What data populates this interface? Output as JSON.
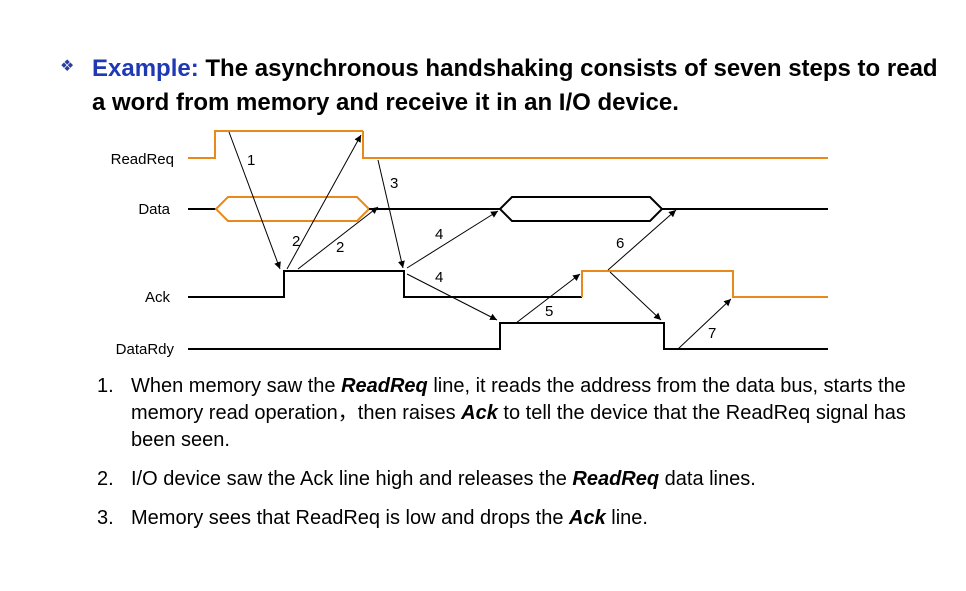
{
  "heading": {
    "bullet": "❖",
    "label": "Example:",
    "text": " The asynchronous handshaking consists of seven steps to read a word from memory and receive it in an I/O device."
  },
  "signals": {
    "readreq": "ReadReq",
    "data": "Data",
    "ack": "Ack",
    "datardy": "DataRdy"
  },
  "step_labels": [
    "1",
    "2",
    "2",
    "3",
    "4",
    "4",
    "5",
    "6",
    "7"
  ],
  "colors": {
    "orange": "#e8891a",
    "black": "#000000",
    "accent": "#1f39b4"
  },
  "steps": [
    {
      "num": "1.",
      "parts": [
        {
          "t": "When memory saw the ",
          "b": false
        },
        {
          "t": "ReadReq",
          "b": true
        },
        {
          "t": " line, it reads the address from the data bus, starts the memory read operation，then raises ",
          "b": false
        },
        {
          "t": "Ack",
          "b": true
        },
        {
          "t": " to tell the device that the ReadReq signal has been seen.",
          "b": false
        }
      ]
    },
    {
      "num": "2.",
      "parts": [
        {
          "t": "I/O device saw the Ack line high and releases the ",
          "b": false
        },
        {
          "t": "ReadReq",
          "b": true
        },
        {
          "t": " data lines.",
          "b": false
        }
      ]
    },
    {
      "num": "3.",
      "parts": [
        {
          "t": "Memory sees that ReadReq is low and drops the ",
          "b": false
        },
        {
          "t": "Ack",
          "b": true
        },
        {
          "t": " line.",
          "b": false
        }
      ]
    }
  ]
}
